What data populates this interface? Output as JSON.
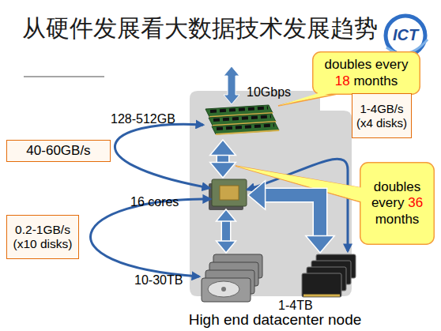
{
  "diagram": {
    "title": "从硬件发展看大数据技术发展趋势",
    "nodes": [
      {
        "text": [
          "doubles every 18 months"
        ]
      },
      {
        "text": [
          "High end datacenter node"
        ]
      },
      {
        "text": [
          "128-512GB"
        ],
        "in": 1
      },
      {
        "text": [
          "16 cores"
        ],
        "in": 1
      },
      {
        "text": [
          "10-30TB"
        ],
        "in": 1
      },
      {
        "text": [
          "1-4TB"
        ],
        "in": 1
      },
      {
        "text": [
          "1-4GB/s (x4 disks)"
        ]
      },
      {
        "text": [
          "40-60GB/s"
        ]
      },
      {
        "text": [
          "doubles every 36 months"
        ]
      },
      {
        "text": [
          "0.2-1GB/s (x10 disks)"
        ]
      }
    ],
    "edges": [
      {
        "from": 2,
        "to": 3,
        "arrow": "both"
      },
      {
        "from": 3,
        "to": 4,
        "arrow": "both"
      },
      {
        "from": 3,
        "to": 5,
        "arrow": "both"
      }
    ],
    "labels": [
      "10Gbps",
      "ICT"
    ]
  }
}
